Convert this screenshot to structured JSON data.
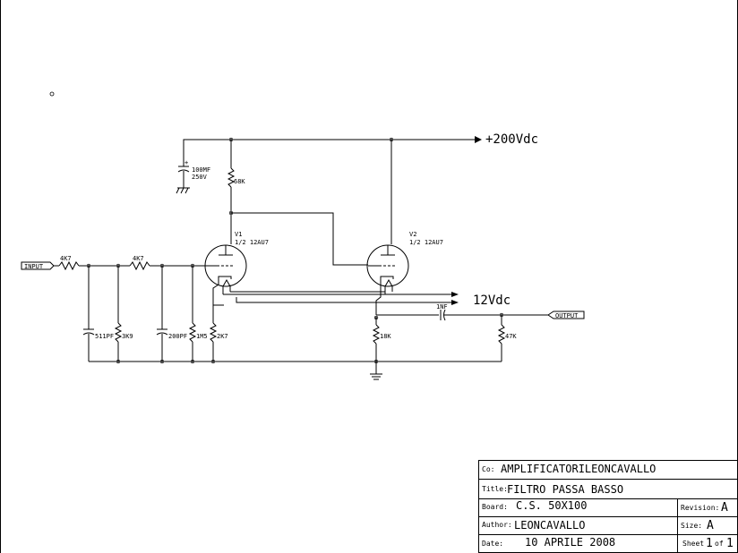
{
  "power": {
    "hv_label": "+200Vdc",
    "heater_label": "12Vdc"
  },
  "ports": {
    "input": "INPUT",
    "output": "OUTPUT"
  },
  "tubes": [
    {
      "ref": "V1",
      "type": "1/2 12AU7"
    },
    {
      "ref": "V2",
      "type": "1/2 12AU7"
    }
  ],
  "components": {
    "r_input": "4K7",
    "r_series": "4K7",
    "c_511": "511PF",
    "r_3k9": "3K9",
    "c_200": "200PF",
    "r_1m5": "1M5",
    "r_2k7": "2K7",
    "r_68k": "68K",
    "c_filter_value": "100MF",
    "c_filter_voltage": "250V",
    "c_1nf": "1NF",
    "r_18k": "18K",
    "r_47k": "47K"
  },
  "title_block": {
    "co_label": "Co:",
    "co_value": "AMPLIFICATORILEONCAVALLO",
    "title_label": "Title:",
    "title_value": "FILTRO PASSA BASSO",
    "board_label": "Board:",
    "board_value": "C.S. 50X100",
    "revision_label": "Revision:",
    "revision_value": "A",
    "author_label": "Author:",
    "author_value": "LEONCAVALLO",
    "size_label": "Size:",
    "size_value": "A",
    "date_label": "Date:",
    "date_value": "10 APRILE 2008",
    "sheet_label": "Sheet",
    "sheet_num": "1",
    "sheet_of": "of",
    "sheet_total": "1"
  }
}
